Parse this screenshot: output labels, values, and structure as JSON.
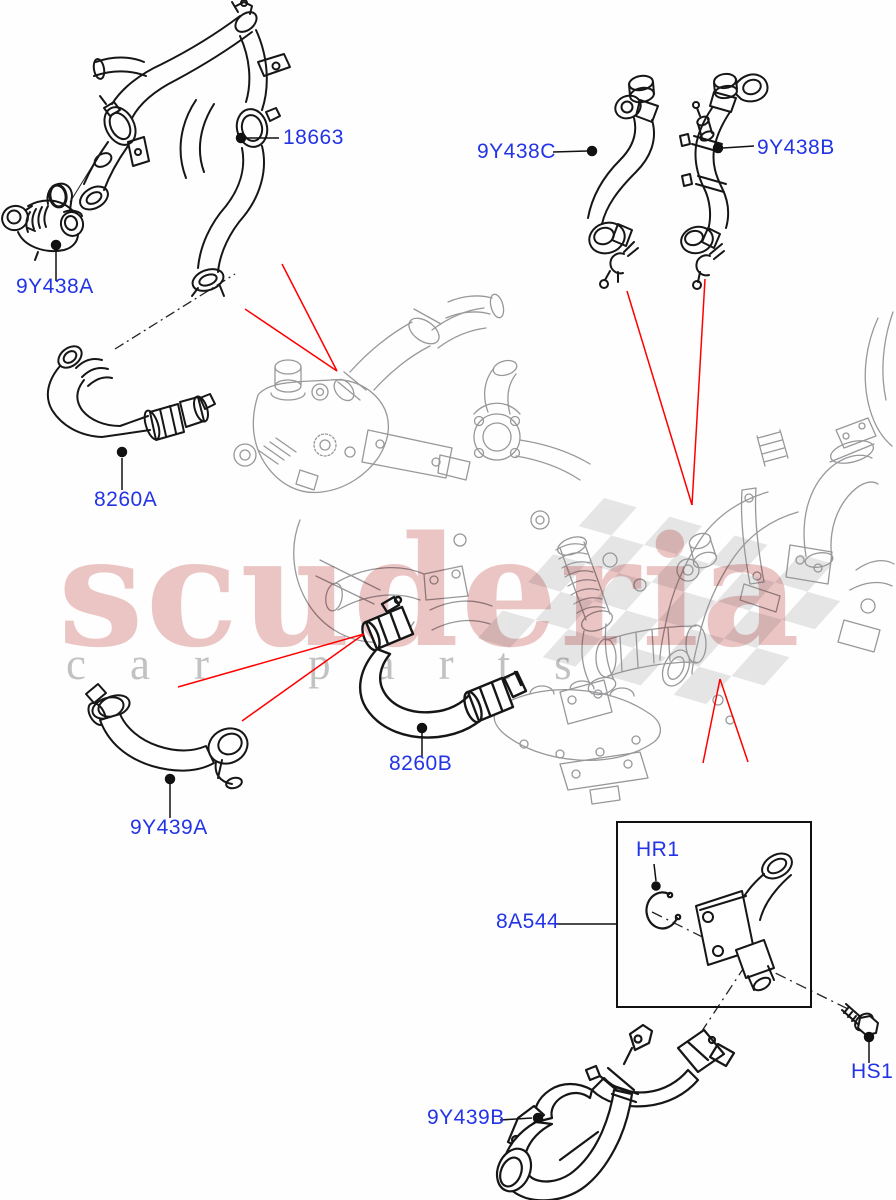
{
  "watermark": {
    "brand": "scuderia",
    "tagline": "car parts"
  },
  "colors": {
    "label_blue": "#2333e6",
    "pointer_red": "#fe0000",
    "part_black": "#161616",
    "engine_gray": "#98989b",
    "background": "#fdfefd",
    "watermark_pink": "#eccfcf",
    "watermark_gray": "#d2d2d2"
  },
  "parts": {
    "p18663": {
      "label": "18663"
    },
    "p9y438a": {
      "label": "9Y438A"
    },
    "p9y438c": {
      "label": "9Y438C"
    },
    "p9y438b": {
      "label": "9Y438B"
    },
    "p8260a": {
      "label": "8260A"
    },
    "p8260b": {
      "label": "8260B"
    },
    "p9y439a": {
      "label": "9Y439A"
    },
    "p8a544": {
      "label": "8A544"
    },
    "phr1": {
      "label": "HR1"
    },
    "phs1": {
      "label": "HS1"
    },
    "p9y439b": {
      "label": "9Y439B"
    }
  }
}
